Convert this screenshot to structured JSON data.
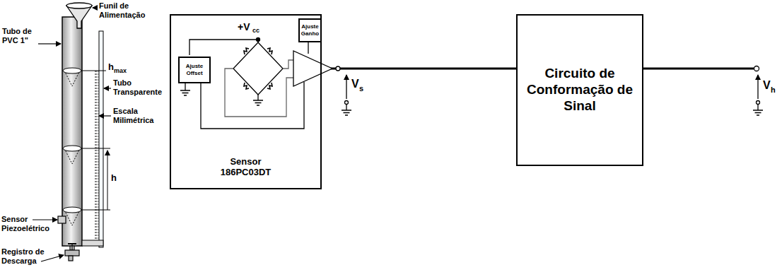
{
  "diagram": {
    "nodes": [
      {
        "text": [
          "Sensor 186PC03DT"
        ]
      },
      {
        "text": [
          "Ajuste Offset"
        ],
        "in": 0
      },
      {
        "text": [
          "Ajuste Ganho"
        ],
        "in": 0
      },
      {
        "text": [
          "Circuito de Conformação de Sinal"
        ]
      }
    ],
    "edges": [
      {
        "from": 0,
        "to": 3,
        "arrow": "none"
      }
    ],
    "labels": [
      "Funil de Alimentação",
      "Tubo de PVC 1\"",
      "h",
      "max",
      "Tubo Transparente",
      "Escala Milimétrica",
      "h",
      "Sensor Piezoelétrico",
      "Registro de Descarga",
      "+V",
      "cc",
      "V",
      "s",
      "V",
      "h"
    ]
  }
}
